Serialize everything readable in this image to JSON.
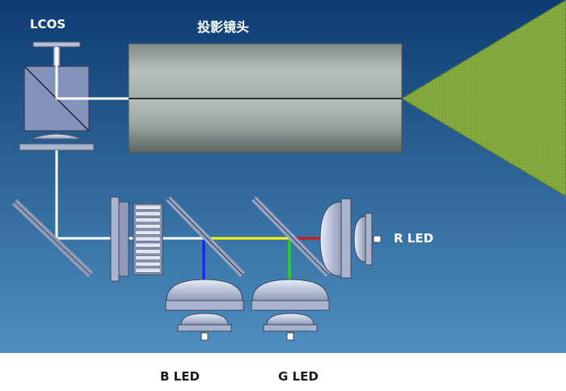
{
  "labels": {
    "lcos": "LCOS",
    "projection_lens": "投影镜头",
    "r_led": "R LED",
    "b_led": "B LED",
    "g_led": "G LED"
  },
  "colors": {
    "background_top": "#0d3c72",
    "background_bottom": "#4f8fc0",
    "lens_body": "#8f9a99",
    "projection_cone": "#7ea43a",
    "white_beam": "#ffffff",
    "blue_beam": "#1020ff",
    "green_beam": "#22e000",
    "yellow_beam": "#ffff00",
    "red_beam": "#e01010",
    "optics": "#a9b4cc"
  }
}
